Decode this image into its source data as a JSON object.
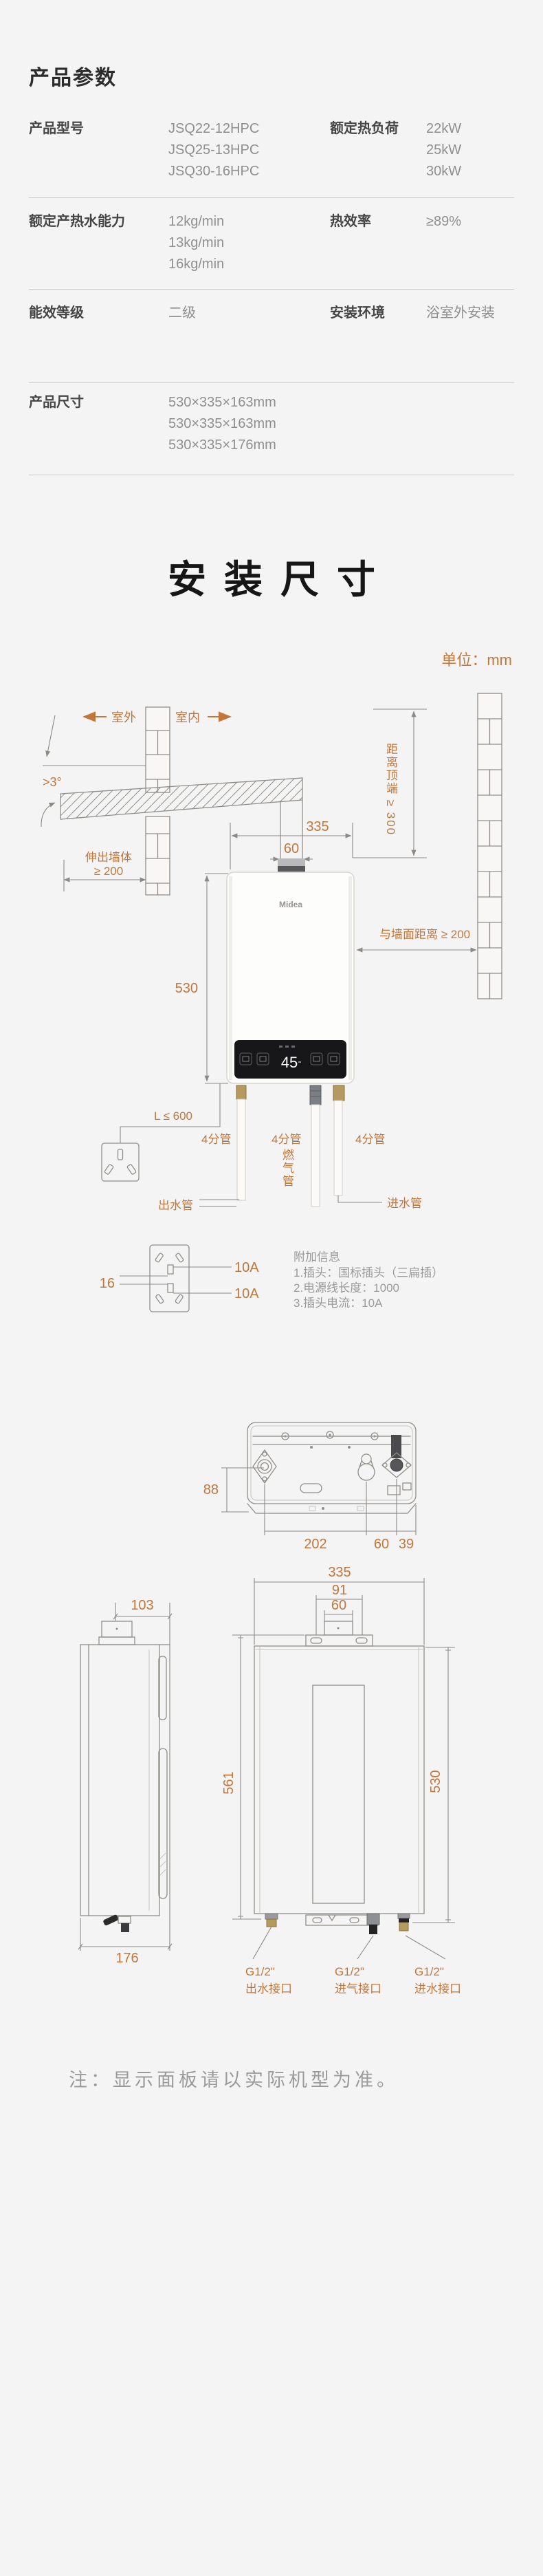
{
  "colors": {
    "accent": "#c2763c",
    "ink": "#2c2c2c",
    "muted": "#8f8f8f",
    "line": "#918e8a",
    "panel": "#17171a"
  },
  "spec": {
    "title": "产品参数",
    "rows": [
      {
        "label": "产品型号",
        "value": "JSQ22-12HPC\nJSQ25-13HPC\nJSQ30-16HPC",
        "label2": "额定热负荷",
        "value2": "22kW\n25kW\n30kW"
      },
      {
        "label": "额定产热水能力",
        "value": "12kg/min\n13kg/min\n16kg/min",
        "label2": "热效率",
        "value2": "≥89%"
      },
      {
        "label": "能效等级",
        "value": "二级",
        "label2": "安装环境",
        "value2": "浴室外安装"
      },
      {
        "label": "产品尺寸",
        "value": "530×335×163mm\n530×335×163mm\n530×335×176mm"
      }
    ]
  },
  "install": {
    "heading": "安装尺寸",
    "unit": "单位：mm",
    "labels": {
      "outdoor": "室外",
      "indoor": "室内",
      "angle": ">3°",
      "protrude": "伸出墙体",
      "protrude2": "≥ 200",
      "top_clearance": "距离顶端 ≥ 300",
      "wall_clearance": "与墙面距离 ≥ 200",
      "cord": "L ≤ 600",
      "pipe": "4分管",
      "gas_pipe": "燃气管",
      "outlet": "出水管",
      "inlet": "进水管",
      "wire": "16",
      "amp": "10A"
    },
    "dims": {
      "width": "335",
      "flue": "60",
      "height": "530"
    },
    "brand": "Midea",
    "display": "45",
    "extra": {
      "title": "附加信息",
      "line1": "1.插头：国标插头（三扁插）",
      "line2": "2.电源线长度：1000",
      "line3": "3.插头电流：10A"
    }
  },
  "top_view": {
    "d88": "88",
    "d202": "202",
    "d60": "60",
    "d39": "39"
  },
  "side_view": {
    "d103": "103",
    "d176": "176"
  },
  "front_view": {
    "d335": "335",
    "d91": "91",
    "d60": "60",
    "d561": "561",
    "d530": "530",
    "port_size": "G1/2\"",
    "port_out": "出水接口",
    "port_gas": "进气接口",
    "port_in": "进水接口"
  },
  "note": "注：显示面板请以实际机型为准。"
}
